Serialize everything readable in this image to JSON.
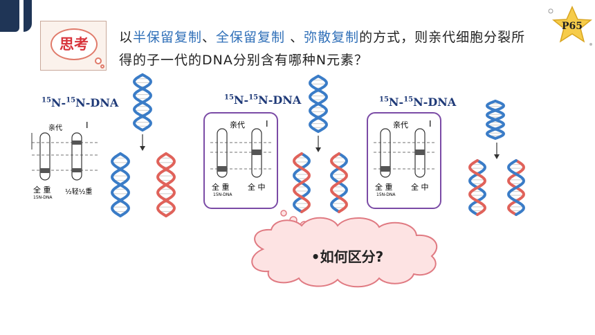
{
  "slide": {
    "think_label": "思考",
    "page_number": "P65",
    "question": {
      "prefix": "以",
      "mode1": "半保留复制",
      "sep1": "、",
      "mode2": "全保留复制",
      "sep2": " 、",
      "mode3": "弥散复制",
      "suffix": "的方式，则亲代细胞分裂所得的子一代的DNA分别含有哪种N元素？"
    },
    "panels": [
      {
        "iso_mass": "15",
        "iso_sep": "N-",
        "iso_mass2": "15",
        "iso_tail": "N-DNA",
        "parent_label": "亲代",
        "gen_label": "I",
        "tube1_label": "全 重",
        "tube1_sub": "15N-DNA",
        "tube2_label": "½轻½重"
      },
      {
        "iso_mass": "15",
        "iso_sep": "N-",
        "iso_mass2": "15",
        "iso_tail": "N-DNA",
        "parent_label": "亲代",
        "gen_label": "I",
        "tube1_label": "全 重",
        "tube1_sub": "15N-DNA",
        "tube2_label": "全 中"
      },
      {
        "iso_mass": "15",
        "iso_sep": "N-",
        "iso_mass2": "15",
        "iso_tail": "N-DNA",
        "parent_label": "亲代",
        "gen_label": "I",
        "tube1_label": "全 重",
        "tube1_sub": "15N-DNA",
        "tube2_label": "全 中"
      }
    ],
    "cloud_text": "•如何区分?"
  },
  "colors": {
    "navy": "#1f3556",
    "accent_blue": "#2f6fb8",
    "label_blue": "#1f3a78",
    "strand_blue": "#3a7cc7",
    "strand_red": "#e0625a",
    "frame_purple": "#7a4aa5",
    "cloud_fill": "#fde3e3",
    "cloud_stroke": "#e07a82",
    "think_red": "#d8343c"
  }
}
